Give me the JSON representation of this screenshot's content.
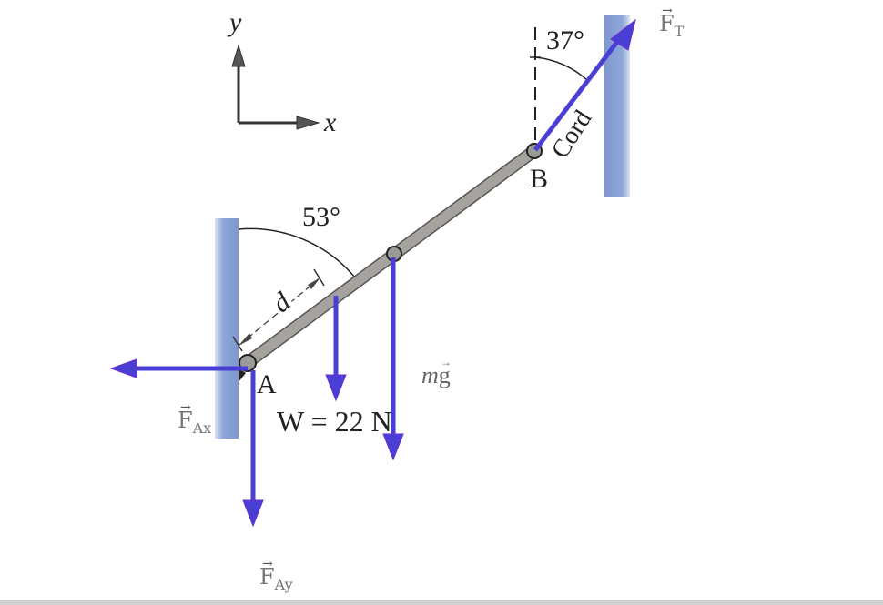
{
  "colors": {
    "force_arrow": "#4a3fd4",
    "force_arrow_stroke": "#6a2ccf",
    "wall": "#8aa2d6",
    "rod": "#a6a39e",
    "rod_stroke": "#555555",
    "text": "#222222",
    "vector_label": "#777777",
    "bottom_bar": "#d0d0d0"
  },
  "axes": {
    "x_label": "x",
    "y_label": "y"
  },
  "angles": {
    "top": "37°",
    "bottom": "53°"
  },
  "labels": {
    "cord": "Cord",
    "point_a": "A",
    "point_b": "B",
    "distance": "d",
    "weight": "W = 22 N",
    "mg_m": "m",
    "mg_g": "g"
  },
  "vectors": {
    "tension": {
      "base": "F",
      "sub": "T",
      "arrow": "→"
    },
    "fax": {
      "base": "F",
      "sub": "Ax",
      "arrow": "→"
    },
    "fay": {
      "base": "F",
      "sub": "Ay",
      "arrow": "→"
    },
    "mg_arrow": "→"
  }
}
